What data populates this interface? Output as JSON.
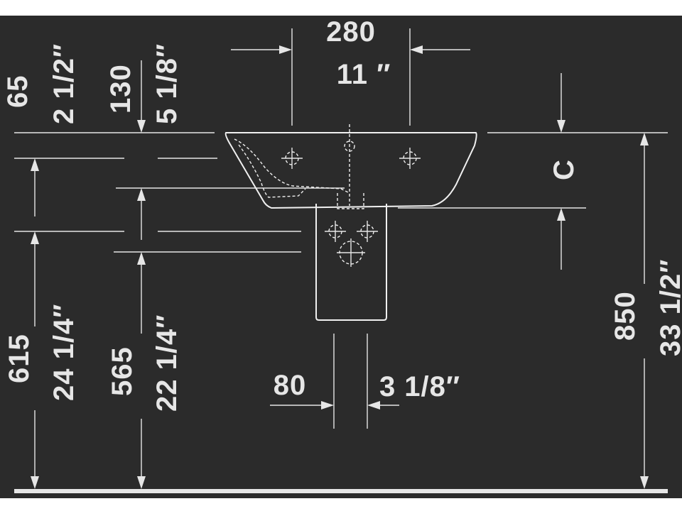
{
  "background": "#2b2b2b",
  "line_color": "#e6e6e6",
  "dimensions": {
    "width_top_mm": "280",
    "width_top_in": "11 ″",
    "left_65_mm": "65",
    "left_65_in": "2 1/2″",
    "left_130_mm": "130",
    "left_130_in": "5 1/8″",
    "c_label": "C",
    "height_615_mm": "615",
    "height_615_in": "24 1/4″",
    "height_565_mm": "565",
    "height_565_in": "22 1/4″",
    "pedestal_80_mm": "80",
    "pedestal_80_in": "3 1/8″",
    "height_850_mm": "850",
    "height_850_in": "33 1/2″"
  }
}
